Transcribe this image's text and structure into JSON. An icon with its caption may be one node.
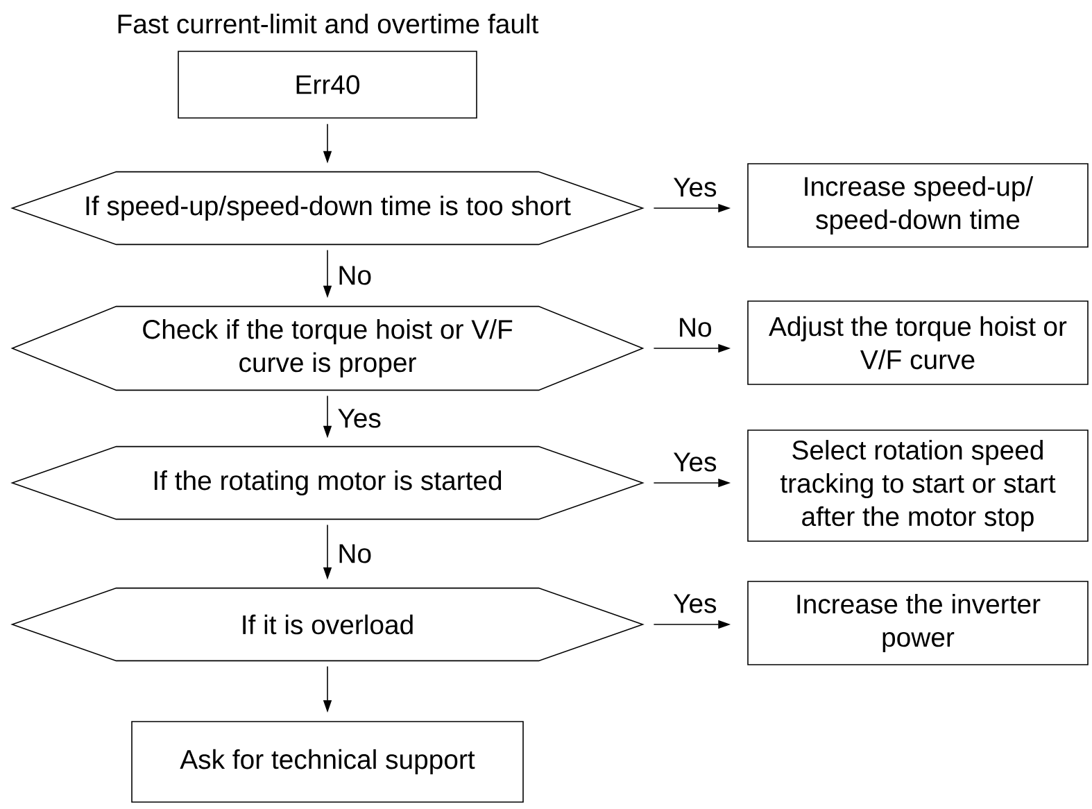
{
  "diagram": {
    "title": "Fast current-limit and overtime fault",
    "nodes": [
      {
        "text": [
          "Err40"
        ]
      },
      {
        "text": [
          "If speed-up/speed-down time is too short"
        ]
      },
      {
        "text": [
          "Increase speed-up/ speed-down time"
        ]
      },
      {
        "text": [
          "Check if the torque hoist or V/F curve is proper"
        ]
      },
      {
        "text": [
          "Adjust the torque hoist or V/F curve"
        ]
      },
      {
        "text": [
          "If the rotating motor is started"
        ]
      },
      {
        "text": [
          "Select rotation speed tracking to start or start after the motor stop"
        ]
      },
      {
        "text": [
          "If it is overload"
        ]
      },
      {
        "text": [
          "Increase the inverter power"
        ]
      },
      {
        "text": [
          "Ask for technical support"
        ]
      }
    ],
    "edges": [
      {
        "from": 0,
        "to": 1,
        "arrow": "to"
      },
      {
        "from": 1,
        "to": 2,
        "arrow": "to",
        "label": "Yes"
      },
      {
        "from": 1,
        "to": 3,
        "arrow": "to",
        "label": "No"
      },
      {
        "from": 3,
        "to": 4,
        "arrow": "to",
        "label": "No"
      },
      {
        "from": 3,
        "to": 5,
        "arrow": "to",
        "label": "Yes"
      },
      {
        "from": 5,
        "to": 6,
        "arrow": "to",
        "label": "Yes"
      },
      {
        "from": 5,
        "to": 7,
        "arrow": "to",
        "label": "No"
      },
      {
        "from": 7,
        "to": 8,
        "arrow": "to",
        "label": "Yes"
      },
      {
        "from": 7,
        "to": 9,
        "arrow": "to"
      }
    ]
  }
}
